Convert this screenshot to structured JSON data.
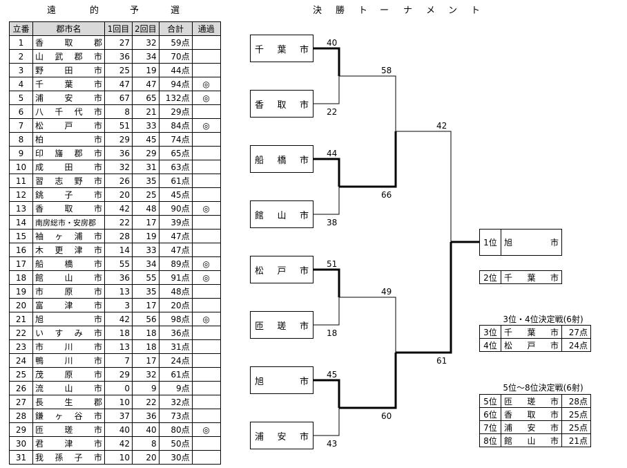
{
  "titles": {
    "left": [
      "遠",
      "的",
      "予",
      "選"
    ],
    "right": [
      "決",
      "勝",
      "ト",
      "ー",
      "ナ",
      "メ",
      "ン",
      "ト"
    ]
  },
  "prelim": {
    "headers": [
      "立番",
      "郡市名",
      "1回目",
      "2回目",
      "合計",
      "通過"
    ],
    "rows": [
      {
        "no": "1",
        "name": "香取郡",
        "r1": "27",
        "r2": "32",
        "total": "59点",
        "pass": ""
      },
      {
        "no": "2",
        "name": "山武郡市",
        "r1": "36",
        "r2": "34",
        "total": "70点",
        "pass": ""
      },
      {
        "no": "3",
        "name": "野田市",
        "r1": "25",
        "r2": "19",
        "total": "44点",
        "pass": ""
      },
      {
        "no": "4",
        "name": "千葉市",
        "r1": "47",
        "r2": "47",
        "total": "94点",
        "pass": "◎"
      },
      {
        "no": "5",
        "name": "浦安市",
        "r1": "67",
        "r2": "65",
        "total": "132点",
        "pass": "◎"
      },
      {
        "no": "6",
        "name": "八千代市",
        "r1": "8",
        "r2": "21",
        "total": "29点",
        "pass": ""
      },
      {
        "no": "7",
        "name": "松戸市",
        "r1": "51",
        "r2": "33",
        "total": "84点",
        "pass": "◎"
      },
      {
        "no": "8",
        "name": "柏市",
        "r1": "29",
        "r2": "45",
        "total": "74点",
        "pass": ""
      },
      {
        "no": "9",
        "name": "印旛郡市",
        "r1": "36",
        "r2": "29",
        "total": "65点",
        "pass": ""
      },
      {
        "no": "10",
        "name": "成田市",
        "r1": "32",
        "r2": "31",
        "total": "63点",
        "pass": ""
      },
      {
        "no": "11",
        "name": "習志野市",
        "r1": "26",
        "r2": "35",
        "total": "61点",
        "pass": ""
      },
      {
        "no": "12",
        "name": "銚子市",
        "r1": "20",
        "r2": "25",
        "total": "45点",
        "pass": ""
      },
      {
        "no": "13",
        "name": "香取市",
        "r1": "42",
        "r2": "48",
        "total": "90点",
        "pass": "◎"
      },
      {
        "no": "14",
        "name": "南房総市・安房郡",
        "r1": "22",
        "r2": "17",
        "total": "39点",
        "pass": ""
      },
      {
        "no": "15",
        "name": "袖ヶ浦市",
        "r1": "28",
        "r2": "19",
        "total": "47点",
        "pass": ""
      },
      {
        "no": "16",
        "name": "木更津市",
        "r1": "14",
        "r2": "33",
        "total": "47点",
        "pass": ""
      },
      {
        "no": "17",
        "name": "船橋市",
        "r1": "55",
        "r2": "34",
        "total": "89点",
        "pass": "◎"
      },
      {
        "no": "18",
        "name": "館山市",
        "r1": "36",
        "r2": "55",
        "total": "91点",
        "pass": "◎"
      },
      {
        "no": "19",
        "name": "市原市",
        "r1": "13",
        "r2": "35",
        "total": "48点",
        "pass": ""
      },
      {
        "no": "20",
        "name": "富津市",
        "r1": "3",
        "r2": "17",
        "total": "20点",
        "pass": ""
      },
      {
        "no": "21",
        "name": "旭市",
        "r1": "42",
        "r2": "56",
        "total": "98点",
        "pass": "◎"
      },
      {
        "no": "22",
        "name": "いすみ市",
        "r1": "18",
        "r2": "18",
        "total": "36点",
        "pass": ""
      },
      {
        "no": "23",
        "name": "市川市",
        "r1": "13",
        "r2": "18",
        "total": "31点",
        "pass": ""
      },
      {
        "no": "24",
        "name": "鴨川市",
        "r1": "7",
        "r2": "17",
        "total": "24点",
        "pass": ""
      },
      {
        "no": "25",
        "name": "茂原市",
        "r1": "29",
        "r2": "32",
        "total": "61点",
        "pass": ""
      },
      {
        "no": "26",
        "name": "流山市",
        "r1": "0",
        "r2": "9",
        "total": "9点",
        "pass": ""
      },
      {
        "no": "27",
        "name": "長生郡",
        "r1": "10",
        "r2": "22",
        "total": "32点",
        "pass": ""
      },
      {
        "no": "28",
        "name": "鎌ヶ谷市",
        "r1": "37",
        "r2": "36",
        "total": "73点",
        "pass": ""
      },
      {
        "no": "29",
        "name": "匝瑳市",
        "r1": "40",
        "r2": "40",
        "total": "80点",
        "pass": "◎"
      },
      {
        "no": "30",
        "name": "君津市",
        "r1": "42",
        "r2": "8",
        "total": "50点",
        "pass": ""
      },
      {
        "no": "31",
        "name": "我孫子市",
        "r1": "10",
        "r2": "20",
        "total": "30点",
        "pass": ""
      }
    ]
  },
  "bracket": {
    "teams": [
      "千葉市",
      "香取市",
      "船橋市",
      "館山市",
      "松戸市",
      "匝瑳市",
      "旭市",
      "浦安市"
    ],
    "first_round_scores": [
      "40",
      "22",
      "44",
      "38",
      "51",
      "18",
      "45",
      "43"
    ],
    "second_round_scores": [
      "58",
      "66",
      "49",
      "60"
    ],
    "semi_scores": [
      "42",
      "61"
    ]
  },
  "results": {
    "first": {
      "rank": "1位",
      "name": "旭市"
    },
    "second": {
      "rank": "2位",
      "name": "千葉市"
    },
    "third_title": "3位・4位決定戦(6射)",
    "third": [
      {
        "rank": "3位",
        "name": "千葉市",
        "score": "27点"
      },
      {
        "rank": "4位",
        "name": "松戸市",
        "score": "24点"
      }
    ],
    "fifth_title": "5位～8位決定戦(6射)",
    "fifth": [
      {
        "rank": "5位",
        "name": "匝瑳市",
        "score": "28点"
      },
      {
        "rank": "6位",
        "name": "香取市",
        "score": "25点"
      },
      {
        "rank": "7位",
        "name": "浦安市",
        "score": "25点"
      },
      {
        "rank": "8位",
        "name": "館山市",
        "score": "21点"
      }
    ]
  }
}
